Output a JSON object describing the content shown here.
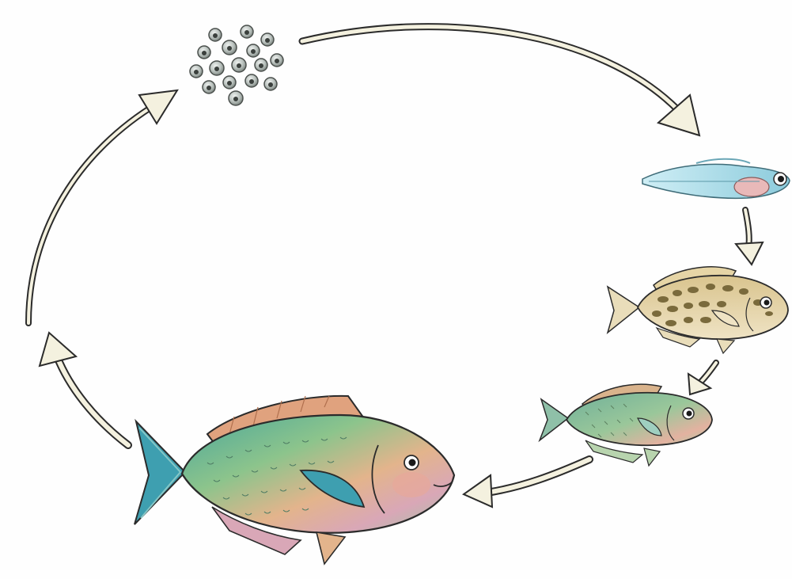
{
  "diagram": {
    "type": "life-cycle",
    "stages": [
      {
        "id": "eggs",
        "icon": "fish-eggs-icon"
      },
      {
        "id": "larva",
        "icon": "fish-larva-icon"
      },
      {
        "id": "juvenile",
        "icon": "juvenile-fish-icon"
      },
      {
        "id": "young-adult",
        "icon": "young-parrotfish-icon"
      },
      {
        "id": "adult",
        "icon": "adult-parrotfish-icon"
      }
    ],
    "flow": "clockwise",
    "colors": {
      "arrow_fill": "#f4f1df",
      "outline": "#2b2b2b",
      "egg": "#b9c1bd",
      "larva": "#a9dbe9",
      "juvenile_body": "#e2cf9d",
      "juvenile_spots": "#7a6a3c",
      "adult_green": "#6fb58f",
      "adult_pink": "#e8a89a",
      "adult_blue_tail": "#3e9fb0"
    }
  }
}
